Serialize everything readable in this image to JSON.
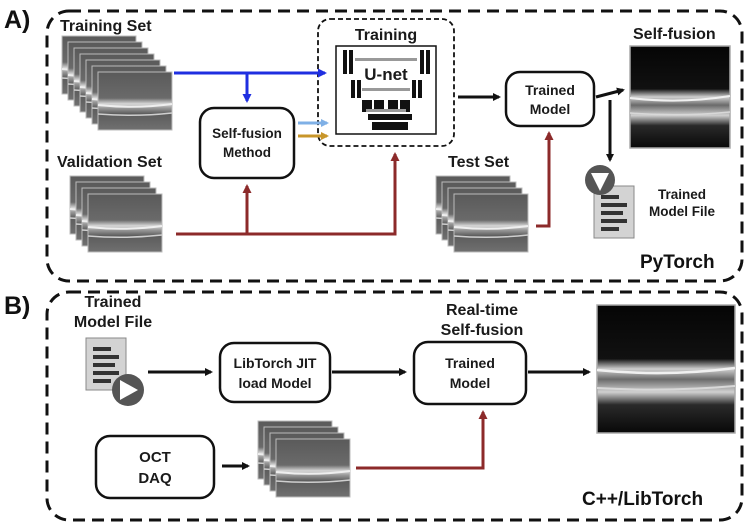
{
  "panel_a": {
    "tag": "A)",
    "training_set": "Training Set",
    "validation_set": "Validation Set",
    "self_fusion_method": [
      "Self-fusion",
      "Method"
    ],
    "training": "Training",
    "unet": "U-net",
    "trained_model": [
      "Trained",
      "Model"
    ],
    "test_set": "Test Set",
    "self_fusion_out": "Self-fusion",
    "trained_model_file": [
      "Trained",
      "Model File"
    ],
    "framework": "PyTorch"
  },
  "panel_b": {
    "tag": "B)",
    "trained_model_file": [
      "Trained",
      "Model File"
    ],
    "libtorch_load": [
      "LibTorch JIT",
      "load Model"
    ],
    "realtime": [
      "Real-time",
      "Self-fusion"
    ],
    "trained_model": [
      "Trained",
      "Model"
    ],
    "oct_daq": [
      "OCT",
      "DAQ"
    ],
    "framework": "C++/LibTorch"
  },
  "colors": {
    "blue_arrow": "#1f2fe0",
    "red_arrow": "#8c2a2a",
    "light_blue_arrow": "#7fb0e6",
    "gold_arrow": "#c8962a",
    "black": "#111111"
  }
}
